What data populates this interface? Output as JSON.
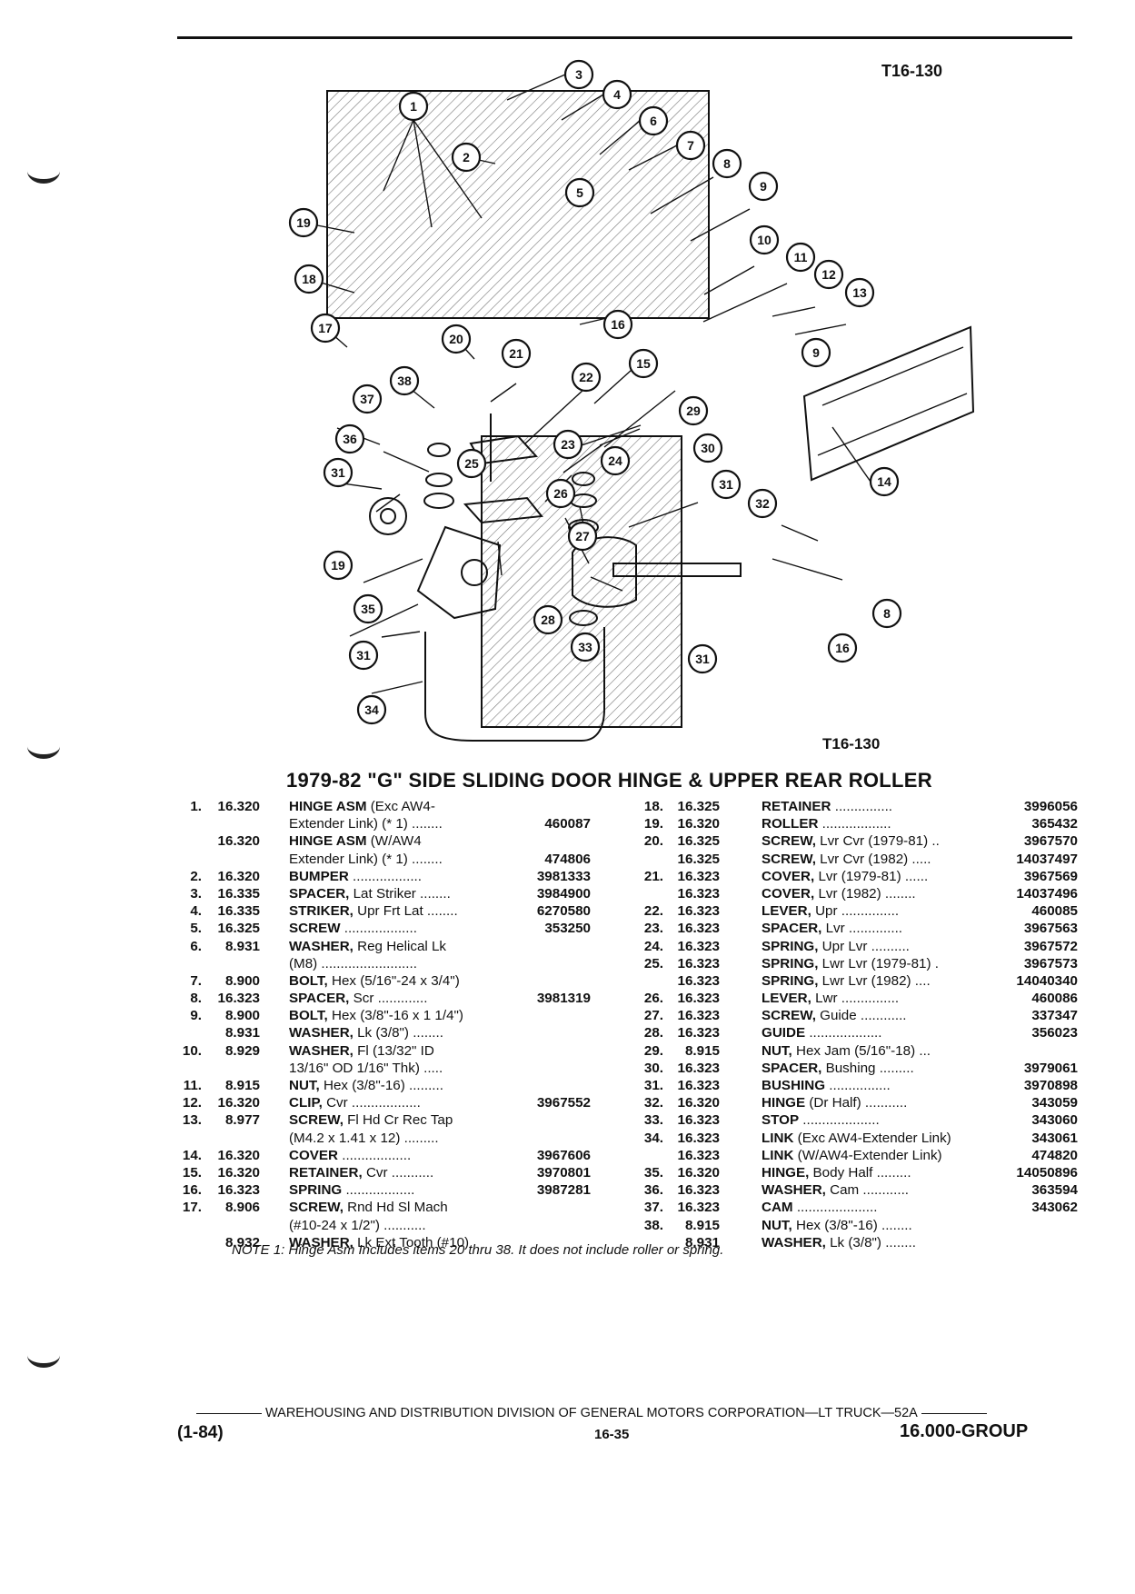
{
  "figure_code_top": "T16-130",
  "figure_code_bottom": "T16-130",
  "callouts": [
    "1",
    "2",
    "3",
    "4",
    "5",
    "6",
    "7",
    "8",
    "9",
    "10",
    "11",
    "12",
    "13",
    "14",
    "15",
    "16",
    "17",
    "18",
    "19",
    "20",
    "21",
    "22",
    "23",
    "24",
    "25",
    "26",
    "27",
    "28",
    "29",
    "30",
    "31",
    "32",
    "33",
    "34",
    "35",
    "36",
    "37",
    "38"
  ],
  "callout_labels": {
    "c1": "1",
    "c2": "2",
    "c3": "3",
    "c4": "4",
    "c5": "5",
    "c6": "6",
    "c7": "7",
    "c8": "8",
    "c9": "9",
    "c10": "10",
    "c11": "11",
    "c12": "12",
    "c13": "13",
    "c14": "14",
    "c15": "15",
    "c16": "16",
    "c17": "17",
    "c18": "18",
    "c19": "19",
    "c20": "20",
    "c21": "21",
    "c22": "22",
    "c23": "23",
    "c24": "24",
    "c25": "25",
    "c26": "26",
    "c27": "27",
    "c28": "28",
    "c29": "29",
    "c30": "30",
    "c31": "31",
    "c32": "32",
    "c33": "33",
    "c34": "34",
    "c35": "35",
    "c36": "36",
    "c37": "37",
    "c38": "38"
  },
  "title": "1979-82 \"G\" SIDE SLIDING DOOR HINGE & UPPER REAR ROLLER",
  "parts_left": [
    {
      "num": "1.",
      "group": "16.320",
      "name": "HINGE ASM",
      "detail": " (Exc AW4-",
      "part": ""
    },
    {
      "num": "",
      "group": "",
      "name": "",
      "detail": "Extender Link) (* 1) ........",
      "part": "460087"
    },
    {
      "num": "",
      "group": "16.320",
      "name": "HINGE ASM",
      "detail": " (W/AW4",
      "part": ""
    },
    {
      "num": "",
      "group": "",
      "name": "",
      "detail": "Extender Link) (* 1) ........",
      "part": "474806"
    },
    {
      "num": "2.",
      "group": "16.320",
      "name": "BUMPER",
      "detail": " ..................",
      "part": "3981333"
    },
    {
      "num": "3.",
      "group": "16.335",
      "name": "SPACER,",
      "detail": " Lat Striker ........",
      "part": "3984900"
    },
    {
      "num": "4.",
      "group": "16.335",
      "name": "STRIKER,",
      "detail": " Upr Frt Lat ........",
      "part": "6270580"
    },
    {
      "num": "5.",
      "group": "16.325",
      "name": "SCREW",
      "detail": " ...................",
      "part": "353250"
    },
    {
      "num": "6.",
      "group": "8.931",
      "name": "WASHER,",
      "detail": " Reg Helical Lk",
      "part": ""
    },
    {
      "num": "",
      "group": "",
      "name": "",
      "detail": "(M8) .........................",
      "part": ""
    },
    {
      "num": "7.",
      "group": "8.900",
      "name": "BOLT,",
      "detail": " Hex (5/16\"-24 x 3/4\")",
      "part": ""
    },
    {
      "num": "8.",
      "group": "16.323",
      "name": "SPACER,",
      "detail": " Scr .............",
      "part": "3981319"
    },
    {
      "num": "9.",
      "group": "8.900",
      "name": "BOLT,",
      "detail": " Hex (3/8\"-16 x 1 1/4\")",
      "part": ""
    },
    {
      "num": "",
      "group": "8.931",
      "name": "WASHER,",
      "detail": " Lk (3/8\") ........",
      "part": ""
    },
    {
      "num": "10.",
      "group": "8.929",
      "name": "WASHER,",
      "detail": " Fl (13/32\" ID",
      "part": ""
    },
    {
      "num": "",
      "group": "",
      "name": "",
      "detail": "13/16\" OD 1/16\" Thk) .....",
      "part": ""
    },
    {
      "num": "11.",
      "group": "8.915",
      "name": "NUT,",
      "detail": " Hex (3/8\"-16) .........",
      "part": ""
    },
    {
      "num": "12.",
      "group": "16.320",
      "name": "CLIP,",
      "detail": " Cvr ..................",
      "part": "3967552"
    },
    {
      "num": "13.",
      "group": "8.977",
      "name": "SCREW,",
      "detail": " Fl Hd Cr Rec Tap",
      "part": ""
    },
    {
      "num": "",
      "group": "",
      "name": "",
      "detail": "(M4.2 x 1.41 x 12) .........",
      "part": ""
    },
    {
      "num": "14.",
      "group": "16.320",
      "name": "COVER",
      "detail": " ..................",
      "part": "3967606"
    },
    {
      "num": "15.",
      "group": "16.320",
      "name": "RETAINER,",
      "detail": " Cvr ...........",
      "part": "3970801"
    },
    {
      "num": "16.",
      "group": "16.323",
      "name": "SPRING",
      "detail": " ..................",
      "part": "3987281"
    },
    {
      "num": "17.",
      "group": "8.906",
      "name": "SCREW,",
      "detail": " Rnd Hd Sl Mach",
      "part": ""
    },
    {
      "num": "",
      "group": "",
      "name": "",
      "detail": "(#10-24 x 1/2\") ...........",
      "part": ""
    },
    {
      "num": "",
      "group": "8.932",
      "name": "WASHER,",
      "detail": " Lk Ext Tooth (#10)",
      "part": ""
    }
  ],
  "parts_right": [
    {
      "num": "18.",
      "group": "16.325",
      "name": "RETAINER",
      "detail": " ...............",
      "part": "3996056"
    },
    {
      "num": "19.",
      "group": "16.320",
      "name": "ROLLER",
      "detail": " ..................",
      "part": "365432"
    },
    {
      "num": "20.",
      "group": "16.325",
      "name": "SCREW,",
      "detail": " Lvr Cvr (1979-81) ..",
      "part": "3967570"
    },
    {
      "num": "",
      "group": "16.325",
      "name": "SCREW,",
      "detail": " Lvr Cvr (1982) .....",
      "part": "14037497"
    },
    {
      "num": "21.",
      "group": "16.323",
      "name": "COVER,",
      "detail": " Lvr (1979-81) ......",
      "part": "3967569"
    },
    {
      "num": "",
      "group": "16.323",
      "name": "COVER,",
      "detail": " Lvr (1982) ........",
      "part": "14037496"
    },
    {
      "num": "22.",
      "group": "16.323",
      "name": "LEVER,",
      "detail": " Upr ...............",
      "part": "460085"
    },
    {
      "num": "23.",
      "group": "16.323",
      "name": "SPACER,",
      "detail": " Lvr ..............",
      "part": "3967563"
    },
    {
      "num": "24.",
      "group": "16.323",
      "name": "SPRING,",
      "detail": " Upr Lvr ..........",
      "part": "3967572"
    },
    {
      "num": "25.",
      "group": "16.323",
      "name": "SPRING,",
      "detail": " Lwr Lvr (1979-81) .",
      "part": "3967573"
    },
    {
      "num": "",
      "group": "16.323",
      "name": "SPRING,",
      "detail": " Lwr Lvr (1982) ....",
      "part": "14040340"
    },
    {
      "num": "26.",
      "group": "16.323",
      "name": "LEVER,",
      "detail": " Lwr ...............",
      "part": "460086"
    },
    {
      "num": "27.",
      "group": "16.323",
      "name": "SCREW,",
      "detail": " Guide ............",
      "part": "337347"
    },
    {
      "num": "28.",
      "group": "16.323",
      "name": "GUIDE",
      "detail": " ...................",
      "part": "356023"
    },
    {
      "num": "29.",
      "group": "8.915",
      "name": "NUT,",
      "detail": " Hex Jam (5/16\"-18) ...",
      "part": ""
    },
    {
      "num": "30.",
      "group": "16.323",
      "name": "SPACER,",
      "detail": " Bushing .........",
      "part": "3979061"
    },
    {
      "num": "31.",
      "group": "16.323",
      "name": "BUSHING",
      "detail": " ................",
      "part": "3970898"
    },
    {
      "num": "32.",
      "group": "16.320",
      "name": "HINGE",
      "detail": " (Dr Half) ...........",
      "part": "343059"
    },
    {
      "num": "33.",
      "group": "16.323",
      "name": "STOP",
      "detail": " ....................",
      "part": "343060"
    },
    {
      "num": "34.",
      "group": "16.323",
      "name": "LINK",
      "detail": " (Exc AW4-Extender Link)",
      "part": "343061"
    },
    {
      "num": "",
      "group": "16.323",
      "name": "LINK",
      "detail": " (W/AW4-Extender Link)",
      "part": "474820"
    },
    {
      "num": "35.",
      "group": "16.320",
      "name": "HINGE,",
      "detail": " Body Half .........",
      "part": "14050896"
    },
    {
      "num": "36.",
      "group": "16.323",
      "name": "WASHER,",
      "detail": " Cam ............",
      "part": "363594"
    },
    {
      "num": "37.",
      "group": "16.323",
      "name": "CAM",
      "detail": " .....................",
      "part": "343062"
    },
    {
      "num": "38.",
      "group": "8.915",
      "name": "NUT,",
      "detail": " Hex (3/8\"-16) ........",
      "part": ""
    },
    {
      "num": "",
      "group": "8.931",
      "name": "WASHER,",
      "detail": " Lk (3/8\") ........",
      "part": ""
    }
  ],
  "note": "NOTE 1: Hinge Asm Includes items 20 thru 38. It does not include roller or spring.",
  "footer": {
    "division": "WAREHOUSING AND DISTRIBUTION DIVISION OF GENERAL MOTORS CORPORATION—LT TRUCK—52A",
    "date": "(1-84)",
    "page": "16-35",
    "group": "16.000-GROUP"
  }
}
